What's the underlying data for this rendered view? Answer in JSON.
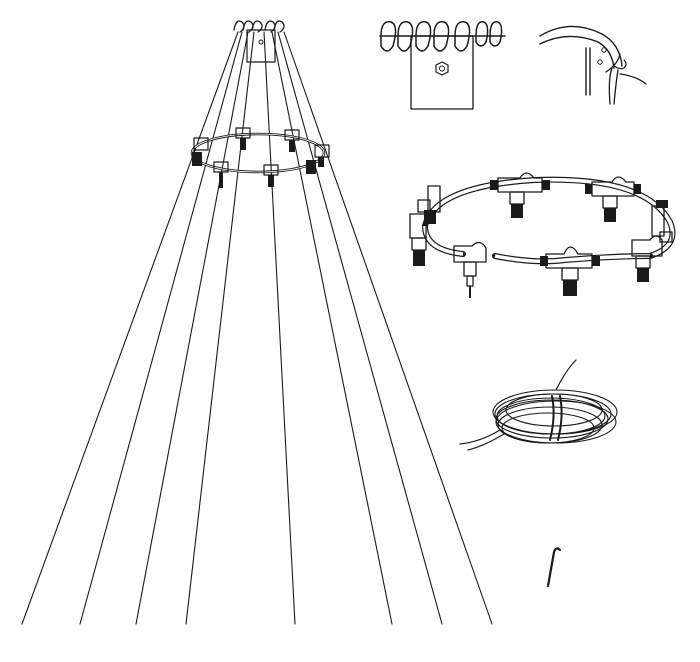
{
  "diagram": {
    "line_color": "#1a1a1a",
    "background": "#ffffff",
    "components": [
      {
        "id": "tree-assembly",
        "icon": "light-tree-assembly-icon"
      },
      {
        "id": "top-hanger",
        "icon": "top-hanger-bracket-icon"
      },
      {
        "id": "hook-detail",
        "icon": "hook-detail-icon"
      },
      {
        "id": "connector-ring",
        "icon": "connector-ring-icon"
      },
      {
        "id": "cable-coil",
        "icon": "cable-coil-icon"
      },
      {
        "id": "ground-peg",
        "icon": "ground-peg-icon"
      }
    ]
  }
}
